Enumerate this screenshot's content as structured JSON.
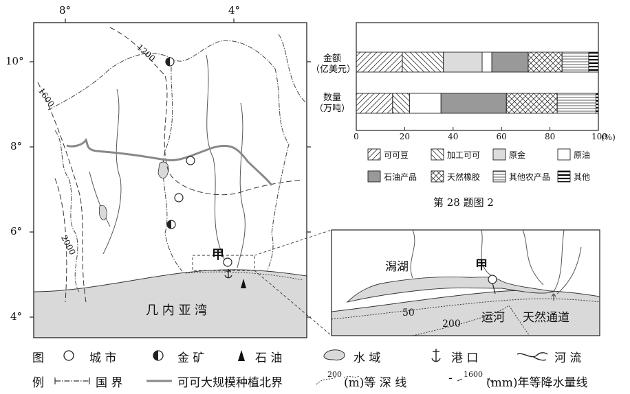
{
  "map": {
    "lon_labels": [
      "8°",
      "4°"
    ],
    "lat_labels": [
      "10°",
      "8°",
      "6°",
      "4°"
    ],
    "isohyet_labels": [
      "1200",
      "1600",
      "2000"
    ],
    "gulf_label": "几 内 亚 湾",
    "city_label": "甲"
  },
  "inset": {
    "lagoon_label": "潟湖",
    "city_label": "甲",
    "depth_labels": [
      "50",
      "200"
    ],
    "canal_label": "运河",
    "channel_label": "天然通道"
  },
  "chart_data": {
    "type": "bar",
    "orientation": "horizontal",
    "stacked": true,
    "title": "",
    "caption": "第 28 题图 2",
    "x_unit": "(%)",
    "xlim": [
      0,
      100
    ],
    "x_ticks": [
      "0",
      "20",
      "40",
      "60",
      "80",
      "100"
    ],
    "categories": [
      "金额\n（亿美元）",
      "数量\n（万吨）"
    ],
    "category_lines": [
      [
        "金额",
        "（亿美元）"
      ],
      [
        "数量",
        "（万吨）"
      ]
    ],
    "series": [
      {
        "name": "可可豆",
        "values": [
          19,
          15
        ]
      },
      {
        "name": "加工可可",
        "values": [
          17,
          7
        ]
      },
      {
        "name": "原金",
        "values": [
          16,
          0
        ]
      },
      {
        "name": "原油",
        "values": [
          4,
          13
        ]
      },
      {
        "name": "石油产品",
        "values": [
          15,
          27
        ]
      },
      {
        "name": "天然橡胶",
        "values": [
          14,
          21
        ]
      },
      {
        "name": "其他农产品",
        "values": [
          11,
          16
        ]
      },
      {
        "name": "其他",
        "values": [
          4,
          1
        ]
      }
    ]
  },
  "legend": {
    "row1_head": "图",
    "row2_head": "例",
    "city": "城 市",
    "gold": "金 矿",
    "oil": "石 油",
    "water": "水 域",
    "port": "港 口",
    "river": "河 流",
    "border": "国 界",
    "cocoa_line": "可可大规模种植北界",
    "depth_sample": "200",
    "depth_label": "(m)等 深 线",
    "rain_sample": "1600",
    "rain_label": "(mm)年等降水量线"
  }
}
